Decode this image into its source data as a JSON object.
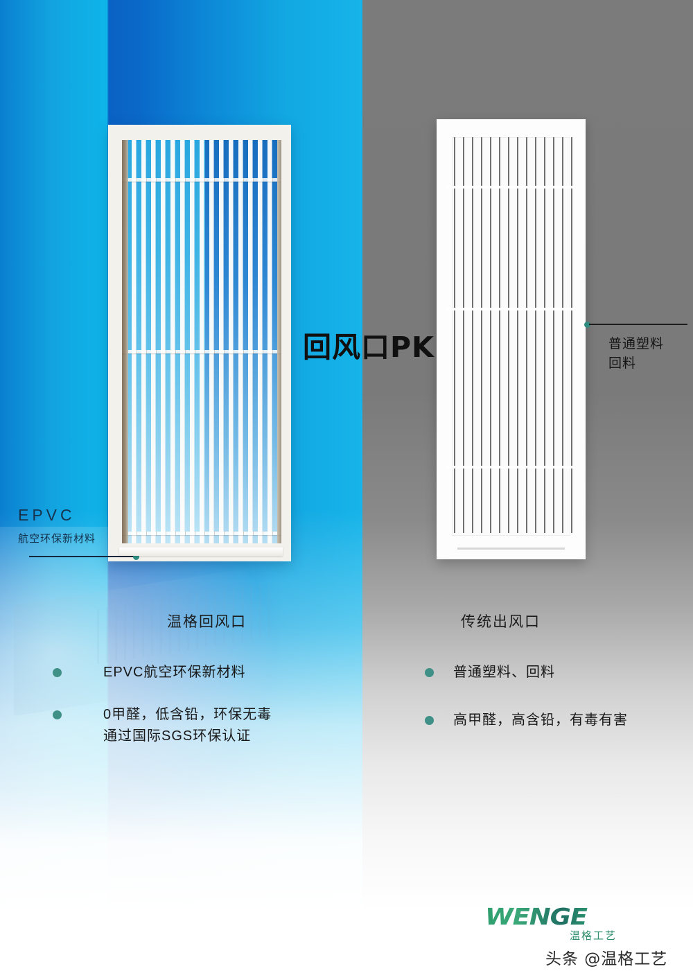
{
  "poster": {
    "title": "回风口PK",
    "background": {
      "left_color": "#0fa3e0",
      "right_color": "#7a7a7a",
      "accent_teal": "#3f9086",
      "brand_green": "#2f9e6e"
    }
  },
  "callouts": {
    "left": {
      "headline": "EPVC",
      "subline": "航空环保新材料",
      "dot_color": "#2f8c80"
    },
    "right": {
      "line1": "普通塑料",
      "line2": "回料",
      "dot_color": "#2f8c80"
    }
  },
  "products": {
    "left": {
      "caption": "温格回风口"
    },
    "right": {
      "caption": "传统出风口"
    }
  },
  "comparison": {
    "left_features": [
      {
        "text": "EPVC航空环保新材料"
      },
      {
        "text": "0甲醛，低含铅，环保无毒\n通过国际SGS环保认证"
      }
    ],
    "right_features": [
      {
        "text": "普通塑料、回料"
      },
      {
        "text": "高甲醛，高含铅，有毒有害"
      }
    ]
  },
  "footer": {
    "logo_word": "WENGE",
    "logo_zh": "温格工艺",
    "watermark": "头条 @温格工艺"
  }
}
